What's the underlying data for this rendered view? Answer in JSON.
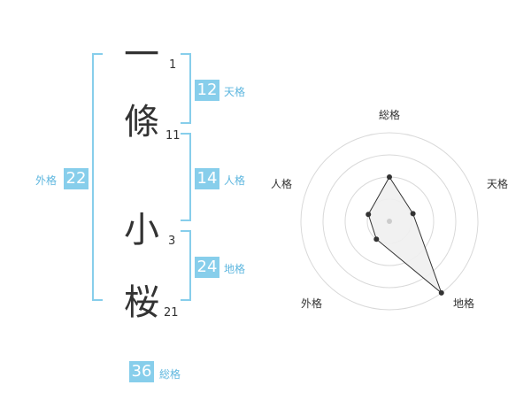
{
  "name": {
    "chars": [
      {
        "char": "一",
        "strokes": "1"
      },
      {
        "char": "條",
        "strokes": "11"
      },
      {
        "char": "小",
        "strokes": "3"
      },
      {
        "char": "桜",
        "strokes": "21"
      }
    ]
  },
  "fortune": {
    "tenkaku": {
      "value": "12",
      "label": "天格"
    },
    "jinkaku": {
      "value": "14",
      "label": "人格"
    },
    "chikaku": {
      "value": "24",
      "label": "地格"
    },
    "gaikaku": {
      "value": "22",
      "label": "外格"
    },
    "soukaku": {
      "value": "36",
      "label": "総格"
    }
  },
  "radar": {
    "axes": [
      "総格",
      "天格",
      "地格",
      "外格",
      "人格"
    ],
    "values": [
      0.5,
      0.28,
      1.0,
      0.25,
      0.25
    ],
    "colors": {
      "grid": "#d9d9d9",
      "fill": "#f0f0f0",
      "line": "#333333",
      "point": "#333333",
      "center": "#cccccc"
    }
  }
}
